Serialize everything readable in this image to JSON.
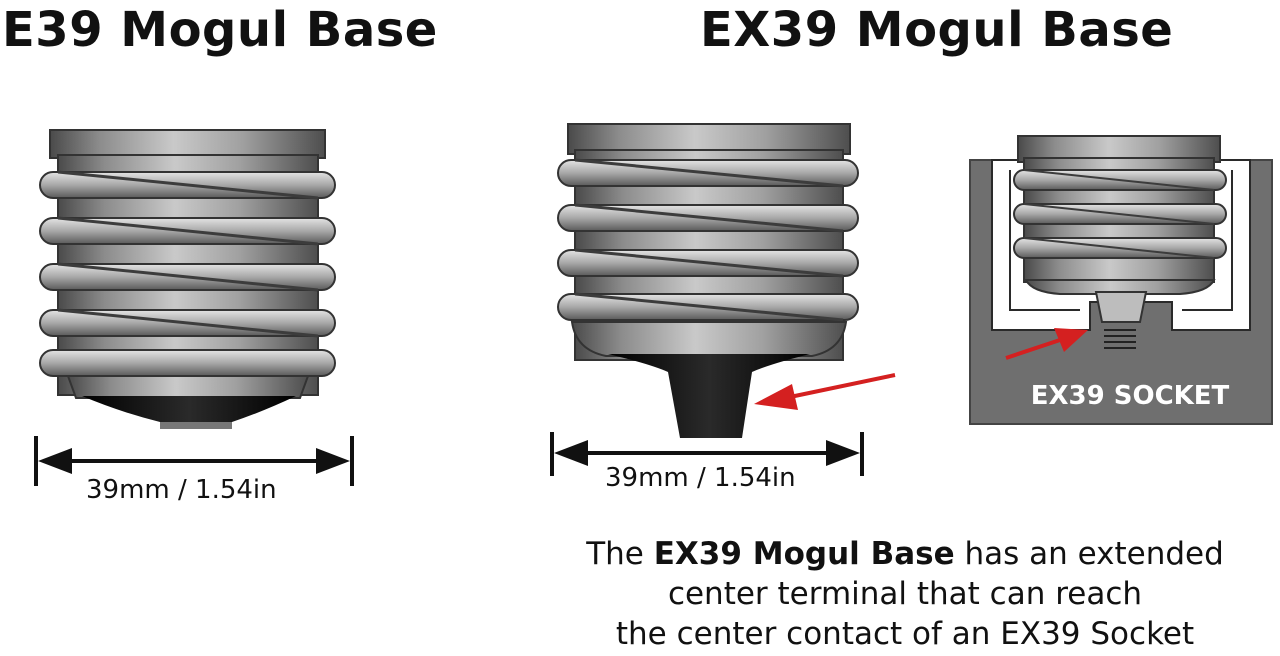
{
  "titles": {
    "left": "E39 Mogul Base",
    "right": "EX39 Mogul Base"
  },
  "dimensions": {
    "left": "39mm / 1.54in",
    "right": "39mm / 1.54in"
  },
  "socket": {
    "label": "EX39 SOCKET"
  },
  "caption": {
    "prefix": "The ",
    "bold": "EX39 Mogul Base",
    "suffix": " has an extended",
    "line2": "center terminal that can reach",
    "line3": "the center contact of an EX39 Socket"
  },
  "colors": {
    "metal_light": "#b8b8b8",
    "metal_dark": "#555555",
    "insulator": "#111111",
    "socket_gray": "#6f6f6f",
    "arrow_red": "#d42020"
  }
}
